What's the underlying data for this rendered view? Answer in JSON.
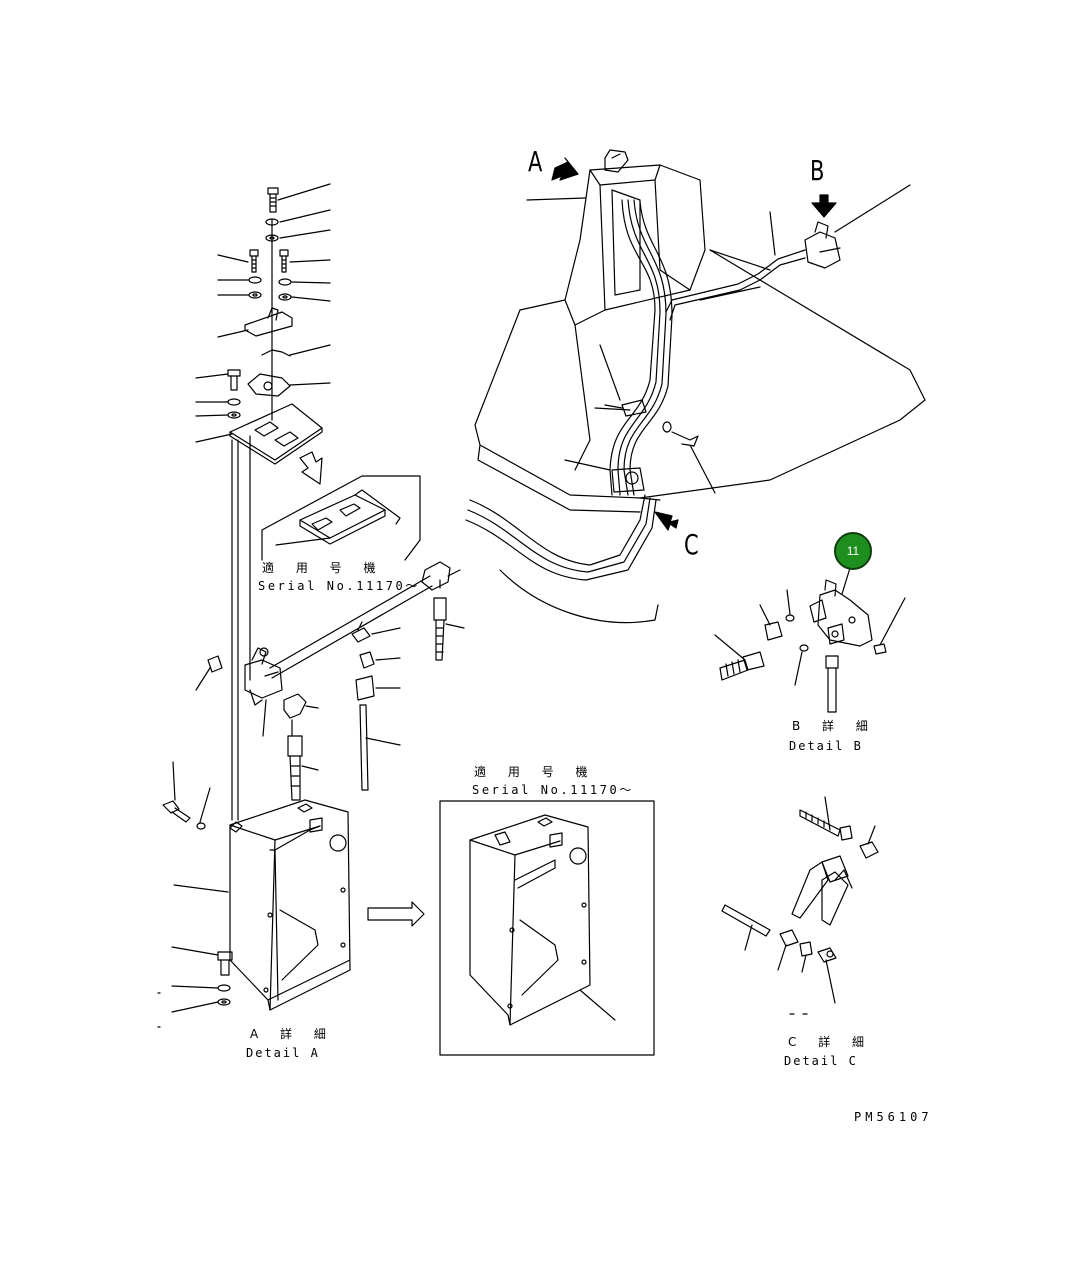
{
  "view_labels": {
    "a": "A",
    "b": "B",
    "c": "C"
  },
  "serial_note_top": {
    "jp": "適 用 号 機",
    "en": "Serial No.11170～"
  },
  "serial_note_center": {
    "jp": "適 用 号 機",
    "en": "Serial No.11170～"
  },
  "detail_a": {
    "jp": "A 詳 細",
    "en": "Detail A"
  },
  "detail_b": {
    "jp": "B 詳 細",
    "en": "Detail B"
  },
  "detail_c": {
    "jp": "C 詳 細",
    "en": "Detail C"
  },
  "callout": {
    "number": "11",
    "color": "#1e8f1e"
  },
  "drawing_code": "PM56107"
}
